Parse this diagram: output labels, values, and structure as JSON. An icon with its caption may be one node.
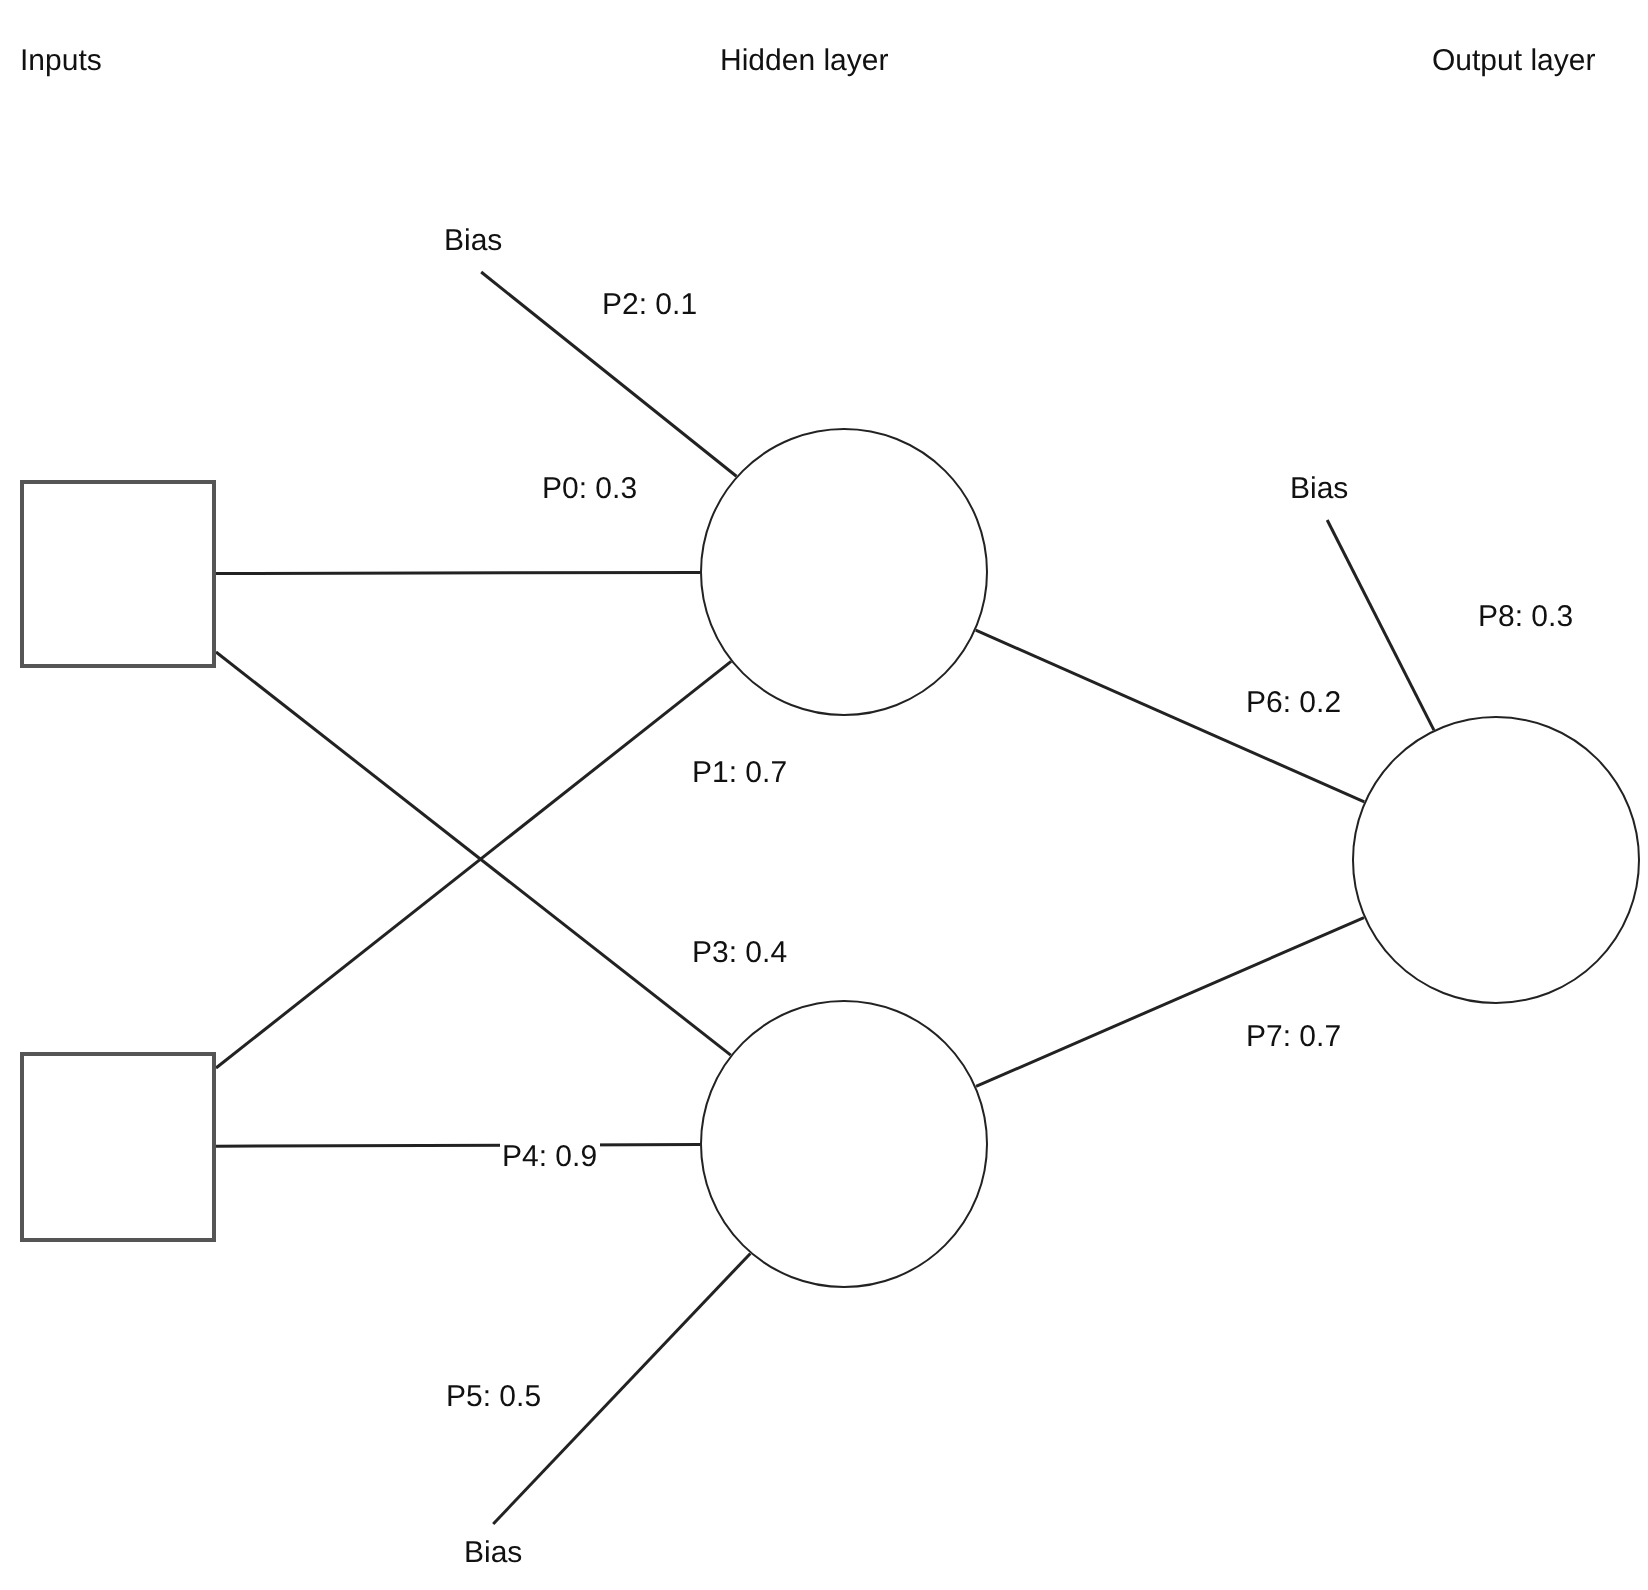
{
  "diagram": {
    "nodes": [
      {
        "text": [],
        "shape": "box"
      },
      {
        "text": [],
        "shape": "box"
      },
      {
        "text": [],
        "shape": "circle"
      },
      {
        "text": [],
        "shape": "circle"
      },
      {
        "text": [],
        "shape": "circle"
      },
      {
        "text": [
          "Bias"
        ]
      },
      {
        "text": [
          "Bias"
        ]
      },
      {
        "text": [
          "Bias"
        ]
      }
    ],
    "edges": [
      {
        "from": 0,
        "to": 2,
        "arrow": "none",
        "label": "P0: 0.3"
      },
      {
        "from": 1,
        "to": 2,
        "arrow": "none",
        "label": "P1: 0.7"
      },
      {
        "from": 5,
        "to": 2,
        "arrow": "none",
        "label": "P2: 0.1"
      },
      {
        "from": 0,
        "to": 3,
        "arrow": "none",
        "label": "P3: 0.4"
      },
      {
        "from": 1,
        "to": 3,
        "arrow": "none",
        "label": "P4: 0.9"
      },
      {
        "from": 7,
        "to": 3,
        "arrow": "none",
        "label": "P5: 0.5"
      },
      {
        "from": 2,
        "to": 4,
        "arrow": "none",
        "label": "P6: 0.2"
      },
      {
        "from": 3,
        "to": 4,
        "arrow": "none",
        "label": "P7: 0.7"
      },
      {
        "from": 6,
        "to": 4,
        "arrow": "none",
        "label": "P8: 0.3"
      }
    ],
    "labels": [
      "Inputs",
      "Hidden layer",
      "Output layer"
    ]
  }
}
